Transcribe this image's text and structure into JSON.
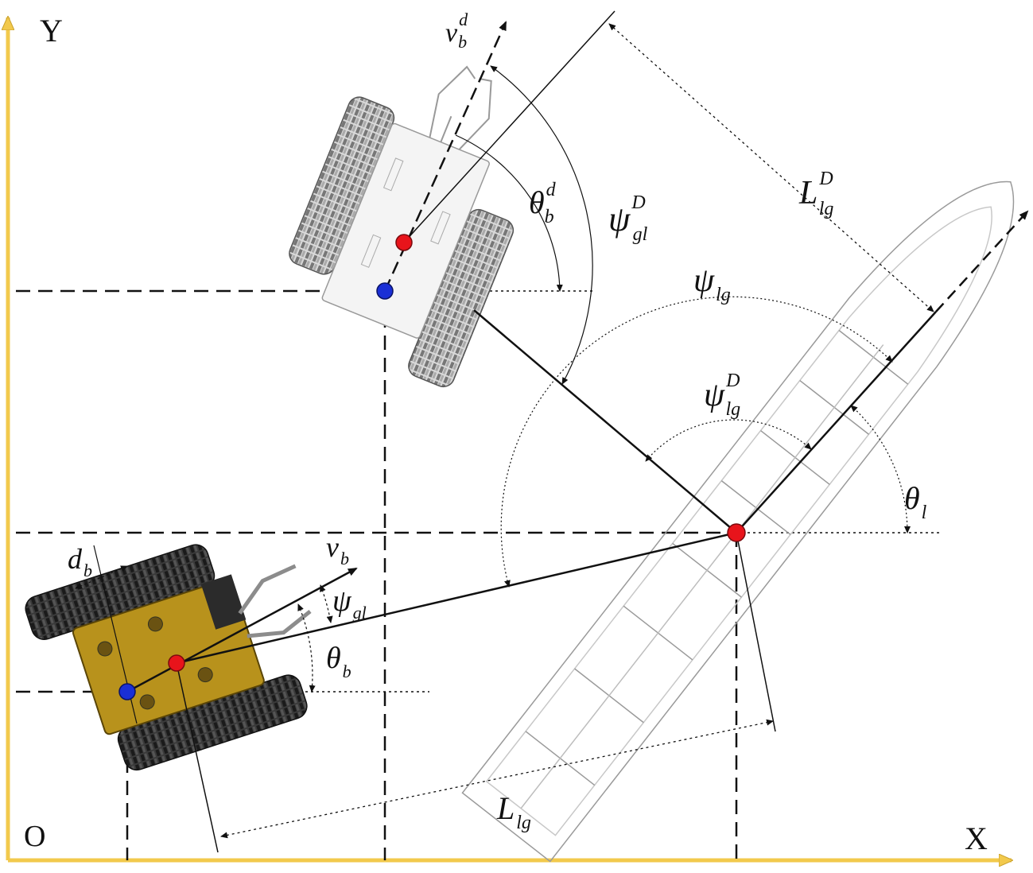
{
  "axes": {
    "y_label": "Y",
    "x_label": "X",
    "origin_label": "O",
    "axis_color": "#f2c94c"
  },
  "labels": {
    "vb_d": {
      "base": "v",
      "sub": "b",
      "sup": "d"
    },
    "theta_b_d": {
      "base": "θ",
      "sub": "b",
      "sup": "d"
    },
    "psi_gl_D": {
      "base": "ψ",
      "sub": "gl",
      "sup": "D"
    },
    "L_lg_D": {
      "base": "L",
      "sub": "lg",
      "sup": "D"
    },
    "psi_lg": {
      "base": "ψ",
      "sub": "lg"
    },
    "psi_lg_D": {
      "base": "ψ",
      "sub": "lg",
      "sup": "D"
    },
    "theta_l": {
      "base": "θ",
      "sub": "l"
    },
    "d_b": {
      "base": "d",
      "sub": "b"
    },
    "v_b": {
      "base": "v",
      "sub": "b"
    },
    "psi_gl": {
      "base": "ψ",
      "sub": "gl"
    },
    "theta_b": {
      "base": "θ",
      "sub": "b"
    },
    "L_lg": {
      "base": "L",
      "sub": "lg"
    }
  },
  "colors": {
    "red_point": "#e8141b",
    "blue_point": "#1a2fd6",
    "robot_body_gold": "#b8921c",
    "track_dark": "#2b2b2b",
    "ship_outline": "#9a9a9a"
  }
}
